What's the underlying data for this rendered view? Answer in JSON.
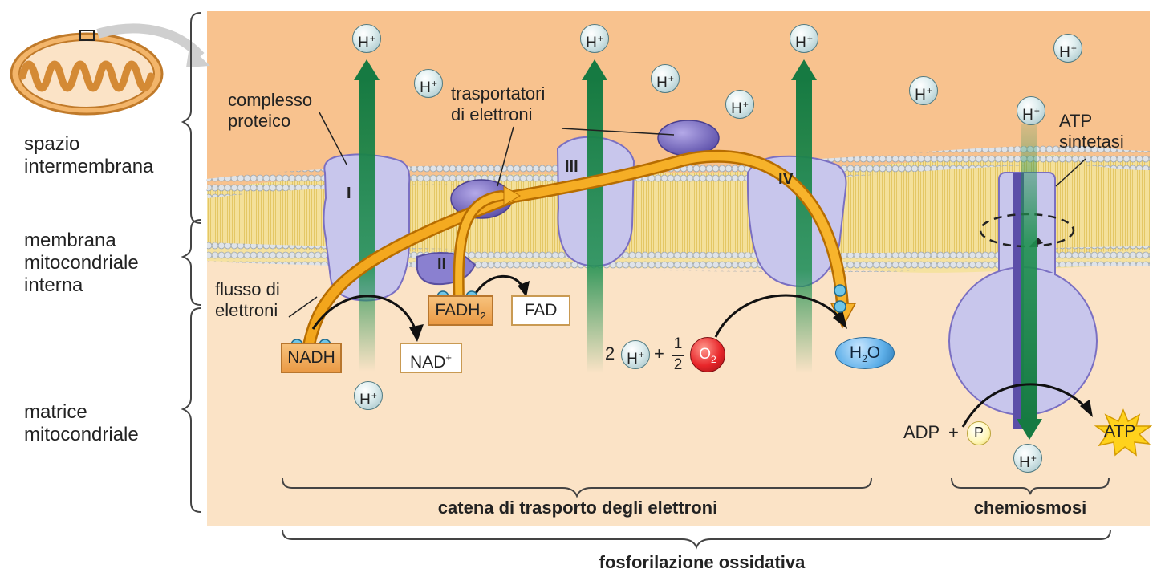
{
  "regions": {
    "intermembrane": [
      "spazio",
      "intermembrana"
    ],
    "membrane": [
      "membrana",
      "mitocondriale",
      "interna"
    ],
    "matrix": [
      "matrice",
      "mitocondriale"
    ]
  },
  "callouts": {
    "complex": [
      "complesso",
      "proteico"
    ],
    "carriers": [
      "trasportatori",
      "di elettroni"
    ],
    "flow": [
      "flusso di",
      "elettroni"
    ],
    "synthase": [
      "ATP",
      "sintetasi"
    ]
  },
  "complexes": {
    "c1": "I",
    "c2": "II",
    "c3": "III",
    "c4": "IV"
  },
  "molecules": {
    "nadh": "NADH",
    "nad_base": "NAD",
    "nad_charge": "+",
    "fadh_base": "FADH",
    "fadh_sub": "2",
    "fad": "FAD",
    "h_base": "H",
    "h_charge": "+",
    "o2_base": "O",
    "o2_sub": "2",
    "h2o_h": "H",
    "h2o_sub": "2",
    "h2o_o": "O",
    "adp": "ADP",
    "plus": "+",
    "p": "P",
    "atp": "ATP"
  },
  "equation": {
    "coef": "2",
    "frac_num": "1",
    "frac_den": "2"
  },
  "braces": {
    "etc": "catena di trasporto degli elettroni",
    "chemiosmosis": "chemiosmosi",
    "oxphos": "fosforilazione ossidativa"
  },
  "colors": {
    "space": "#f8c28e",
    "matrix": "#fbe3c6",
    "protein": "#c8c6ec",
    "carrier": "#7c6fbf",
    "proton_arrow": "#1a8b4e",
    "electron_path": "#f6a21a",
    "o2": "#e8262a",
    "h2o": "#5fb0e9"
  }
}
